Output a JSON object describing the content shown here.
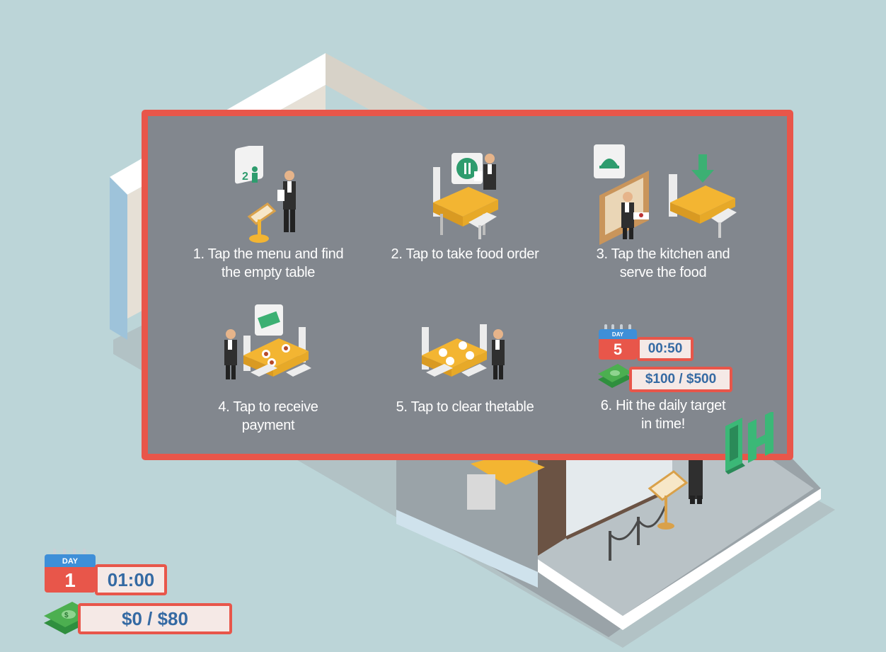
{
  "tutorial": {
    "steps": [
      {
        "text": "1. Tap the menu and find\nthe empty table",
        "icon": "host-stand-icon"
      },
      {
        "text": "2. Tap to take food order",
        "icon": "take-order-icon"
      },
      {
        "text": "3. Tap the kitchen and\nserve the food",
        "icon": "kitchen-serve-icon"
      },
      {
        "text": "4. Tap to receive\npayment",
        "icon": "receive-payment-icon"
      },
      {
        "text": "5. Tap to clear thetable",
        "icon": "clear-table-icon"
      },
      {
        "text": "6. Hit the daily target\nin time!",
        "icon": "daily-target-icon"
      }
    ],
    "example_hud": {
      "day_label": "DAY",
      "day": "5",
      "time": "00:50",
      "money": "$100 / $500"
    }
  },
  "hud": {
    "day_label": "DAY",
    "day": "1",
    "time": "01:00",
    "money": "$0 / $80"
  },
  "colors": {
    "background": "#bcd5d8",
    "panel": "#82878e",
    "panel_border": "#e8564a",
    "accent_blue": "#356aa3",
    "money_green": "#4caf50",
    "table_yellow": "#f3b532"
  }
}
